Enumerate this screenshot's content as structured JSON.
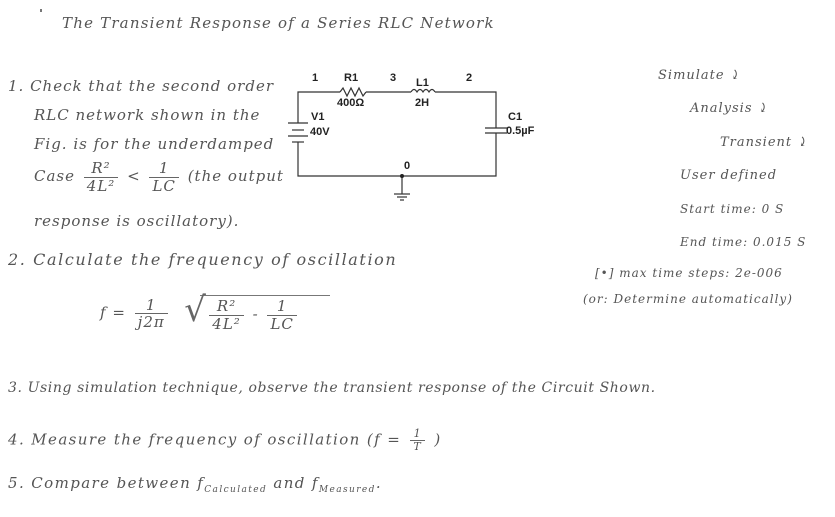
{
  "title": "The Transient Response of a Series RLC Network",
  "item1": {
    "line1": "1. Check that the second order",
    "line2": "RLC network shown in the",
    "line3": "Fig. is for the underdamped",
    "case_label": "Case",
    "lhs_num": "R²",
    "lhs_den": "4L²",
    "relation": "<",
    "rhs_num": "1",
    "rhs_den": "LC",
    "tail": "(the output",
    "line5": "response is oscillatory)."
  },
  "item2": {
    "text": "2. Calculate the frequency of oscillation",
    "formula": {
      "lhs": "f =",
      "coef_num": "1",
      "coef_den": "j2π",
      "term1_num": "R²",
      "term1_den": "4L²",
      "minus": "-",
      "term2_num": "1",
      "term2_den": "LC"
    }
  },
  "item3": {
    "text": "3. Using simulation technique, observe the transient response of the Circuit Shown."
  },
  "item4": {
    "text": "4. Measure the frequency of oscillation (f =",
    "frac_num": "1",
    "frac_den": "T",
    "close": ")"
  },
  "item5": {
    "text": "5. Compare between f",
    "sub1": "Calculated",
    "mid": "and f",
    "sub2": "Measured",
    "end": "."
  },
  "circuit": {
    "nodes": {
      "n1": "1",
      "n3": "3",
      "n2": "2",
      "n0": "0"
    },
    "R1": {
      "name": "R1",
      "value": "400Ω"
    },
    "L1": {
      "name": "L1",
      "value": "2H"
    },
    "C1": {
      "name": "C1",
      "value": "0.5µF"
    },
    "V1": {
      "name": "V1",
      "value": "40V"
    }
  },
  "sim_steps": {
    "s1": "Simulate ⤸",
    "s2": "Analysis ⤸",
    "s3": "Transient ⤸",
    "s4": "User defined",
    "s5": "Start time: 0 S",
    "s6": "End time: 0.015 S",
    "s7": "[•] max time steps: 2e-006",
    "s8": "(or: Determine automatically)"
  }
}
